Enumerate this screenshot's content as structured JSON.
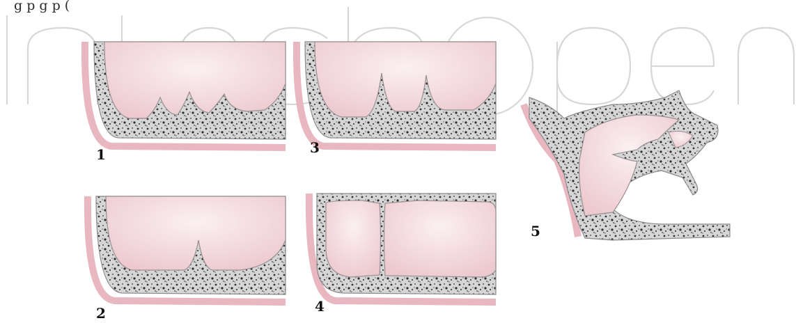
{
  "header_text": "g                                                    p  g         p           (",
  "watermark": {
    "text": "IntechOpen"
  },
  "panels": [
    {
      "label": "1"
    },
    {
      "label": "2"
    },
    {
      "label": "3"
    },
    {
      "label": "4"
    },
    {
      "label": "5"
    }
  ],
  "colors": {
    "mucosa": "#f2d9dc",
    "mucosa_light": "#f8ebee",
    "bone_fill": "#cfcfcf",
    "bone_speckle": "#3a3a3a",
    "skin": "#f0c0c8",
    "outline": "#8a8a8a"
  }
}
